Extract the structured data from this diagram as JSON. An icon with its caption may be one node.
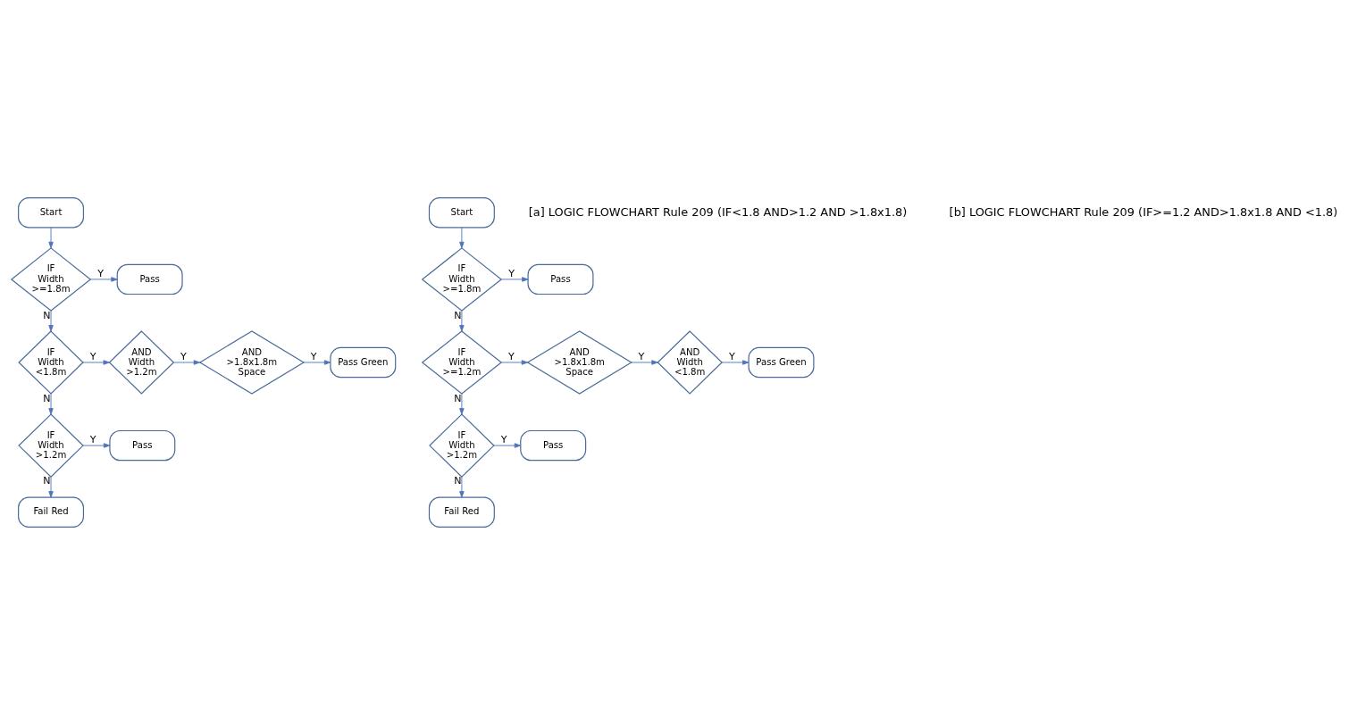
{
  "diagram": {
    "nodes": [
      {
        "text": [
          "Start"
        ]
      },
      {
        "text": [
          "IF Width >=1.8m"
        ]
      },
      {
        "text": [
          "Pass"
        ]
      },
      {
        "text": [
          "IF Width <1.8m"
        ]
      },
      {
        "text": [
          "AND Width >1.2m"
        ]
      },
      {
        "text": [
          "AND >1.8x1.8m Space"
        ]
      },
      {
        "text": [
          "Pass Green"
        ]
      },
      {
        "text": [
          "IF Width >1.2m"
        ]
      },
      {
        "text": [
          "Pass"
        ]
      },
      {
        "text": [
          "Fail Red"
        ]
      },
      {
        "text": [
          "Start"
        ]
      },
      {
        "text": [
          "IF Width >=1.8m"
        ]
      },
      {
        "text": [
          "Pass"
        ]
      },
      {
        "text": [
          "IF Width >=1.2m"
        ]
      },
      {
        "text": [
          "AND >1.8x1.8m Space"
        ]
      },
      {
        "text": [
          "AND Width <1.8m"
        ]
      },
      {
        "text": [
          "Pass Green"
        ]
      },
      {
        "text": [
          "IF Width >1.2m"
        ]
      },
      {
        "text": [
          "Pass"
        ]
      },
      {
        "text": [
          "Fail Red"
        ]
      }
    ],
    "edges": [
      {
        "from": 0,
        "to": 1,
        "arrow": "to"
      },
      {
        "from": 1,
        "to": 2,
        "label": "Y",
        "arrow": "to"
      },
      {
        "from": 1,
        "to": 3,
        "label": "N",
        "arrow": "to"
      },
      {
        "from": 3,
        "to": 4,
        "label": "Y",
        "arrow": "to"
      },
      {
        "from": 4,
        "to": 5,
        "label": "Y",
        "arrow": "to"
      },
      {
        "from": 5,
        "to": 6,
        "label": "Y",
        "arrow": "to"
      },
      {
        "from": 3,
        "to": 7,
        "label": "N",
        "arrow": "to"
      },
      {
        "from": 7,
        "to": 8,
        "label": "Y",
        "arrow": "to"
      },
      {
        "from": 7,
        "to": 9,
        "label": "N",
        "arrow": "to"
      },
      {
        "from": 10,
        "to": 11,
        "arrow": "to"
      },
      {
        "from": 11,
        "to": 12,
        "label": "Y",
        "arrow": "to"
      },
      {
        "from": 11,
        "to": 13,
        "label": "N",
        "arrow": "to"
      },
      {
        "from": 13,
        "to": 14,
        "label": "Y",
        "arrow": "to"
      },
      {
        "from": 14,
        "to": 15,
        "label": "Y",
        "arrow": "to"
      },
      {
        "from": 15,
        "to": 16,
        "label": "Y",
        "arrow": "to"
      },
      {
        "from": 13,
        "to": 17,
        "label": "N",
        "arrow": "to"
      },
      {
        "from": 17,
        "to": 18,
        "label": "Y",
        "arrow": "to"
      },
      {
        "from": 17,
        "to": 19,
        "label": "N",
        "arrow": "to"
      }
    ],
    "labels": [
      "[a] LOGIC FLOWCHART Rule 209 (IF<1.8 AND>1.2 AND >1.8x1.8)",
      "[b] LOGIC FLOWCHART Rule 209 (IF>=1.2 AND>1.8x1.8 AND <1.8)"
    ]
  }
}
